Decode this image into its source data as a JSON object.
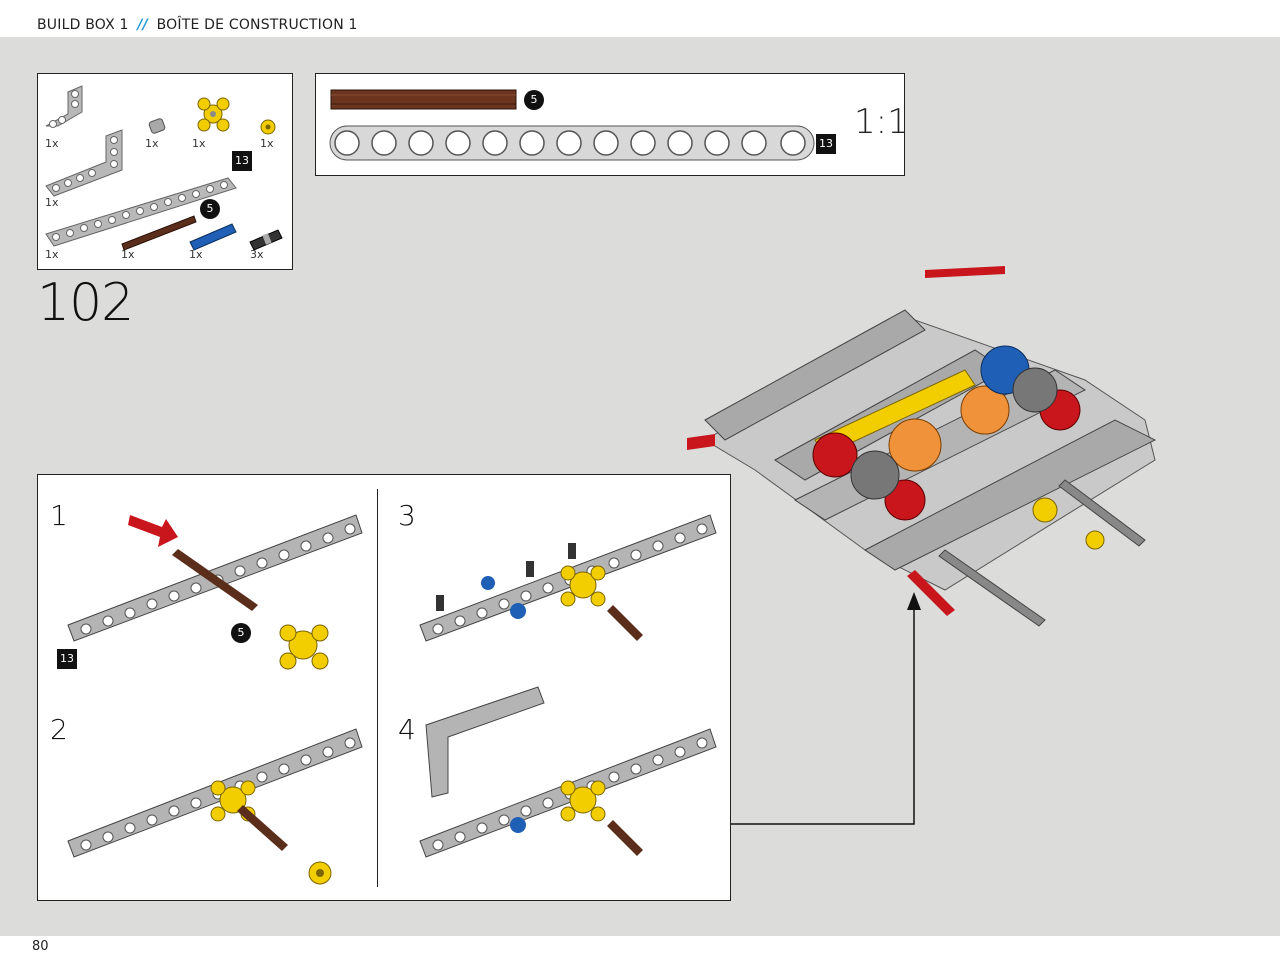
{
  "header": {
    "build_box": "BUILD BOX 1",
    "separator": "//",
    "build_box_fr": "BOÎTE DE CONSTRUCTION 1"
  },
  "parts_list": {
    "items": [
      {
        "name": "L-beam 2x4",
        "qty": "1x"
      },
      {
        "name": "pin connector",
        "qty": "1x"
      },
      {
        "name": "yellow 4-way connector",
        "qty": "1x"
      },
      {
        "name": "yellow bushing",
        "qty": "1x"
      },
      {
        "name": "L-beam 3x5",
        "qty": "1x"
      },
      {
        "name": "beam 13",
        "qty": "1x"
      },
      {
        "name": "brown axle 5",
        "qty": "1x"
      },
      {
        "name": "blue pin",
        "qty": "1x"
      },
      {
        "name": "black pin",
        "qty": "3x"
      }
    ],
    "beam_length_badge": "13",
    "axle_length_badge": "5"
  },
  "scale_box": {
    "axle_length": "5",
    "beam_length": "13",
    "scale": "1:1"
  },
  "step_number": "102",
  "substeps": {
    "s1": {
      "num": "1",
      "axle_badge": "5",
      "beam_badge": "13"
    },
    "s2": {
      "num": "2"
    },
    "s3": {
      "num": "3"
    },
    "s4": {
      "num": "4"
    }
  },
  "page_number": "80",
  "colors": {
    "canvas": "#dcdcdb",
    "beam": "#a9a9a9",
    "axle_brown": "#5a2e1b",
    "connector_yellow": "#f2cd00",
    "pin_blue": "#1f5fb5",
    "pin_red": "#c8161c",
    "accent_blue": "#1f9ad6"
  }
}
